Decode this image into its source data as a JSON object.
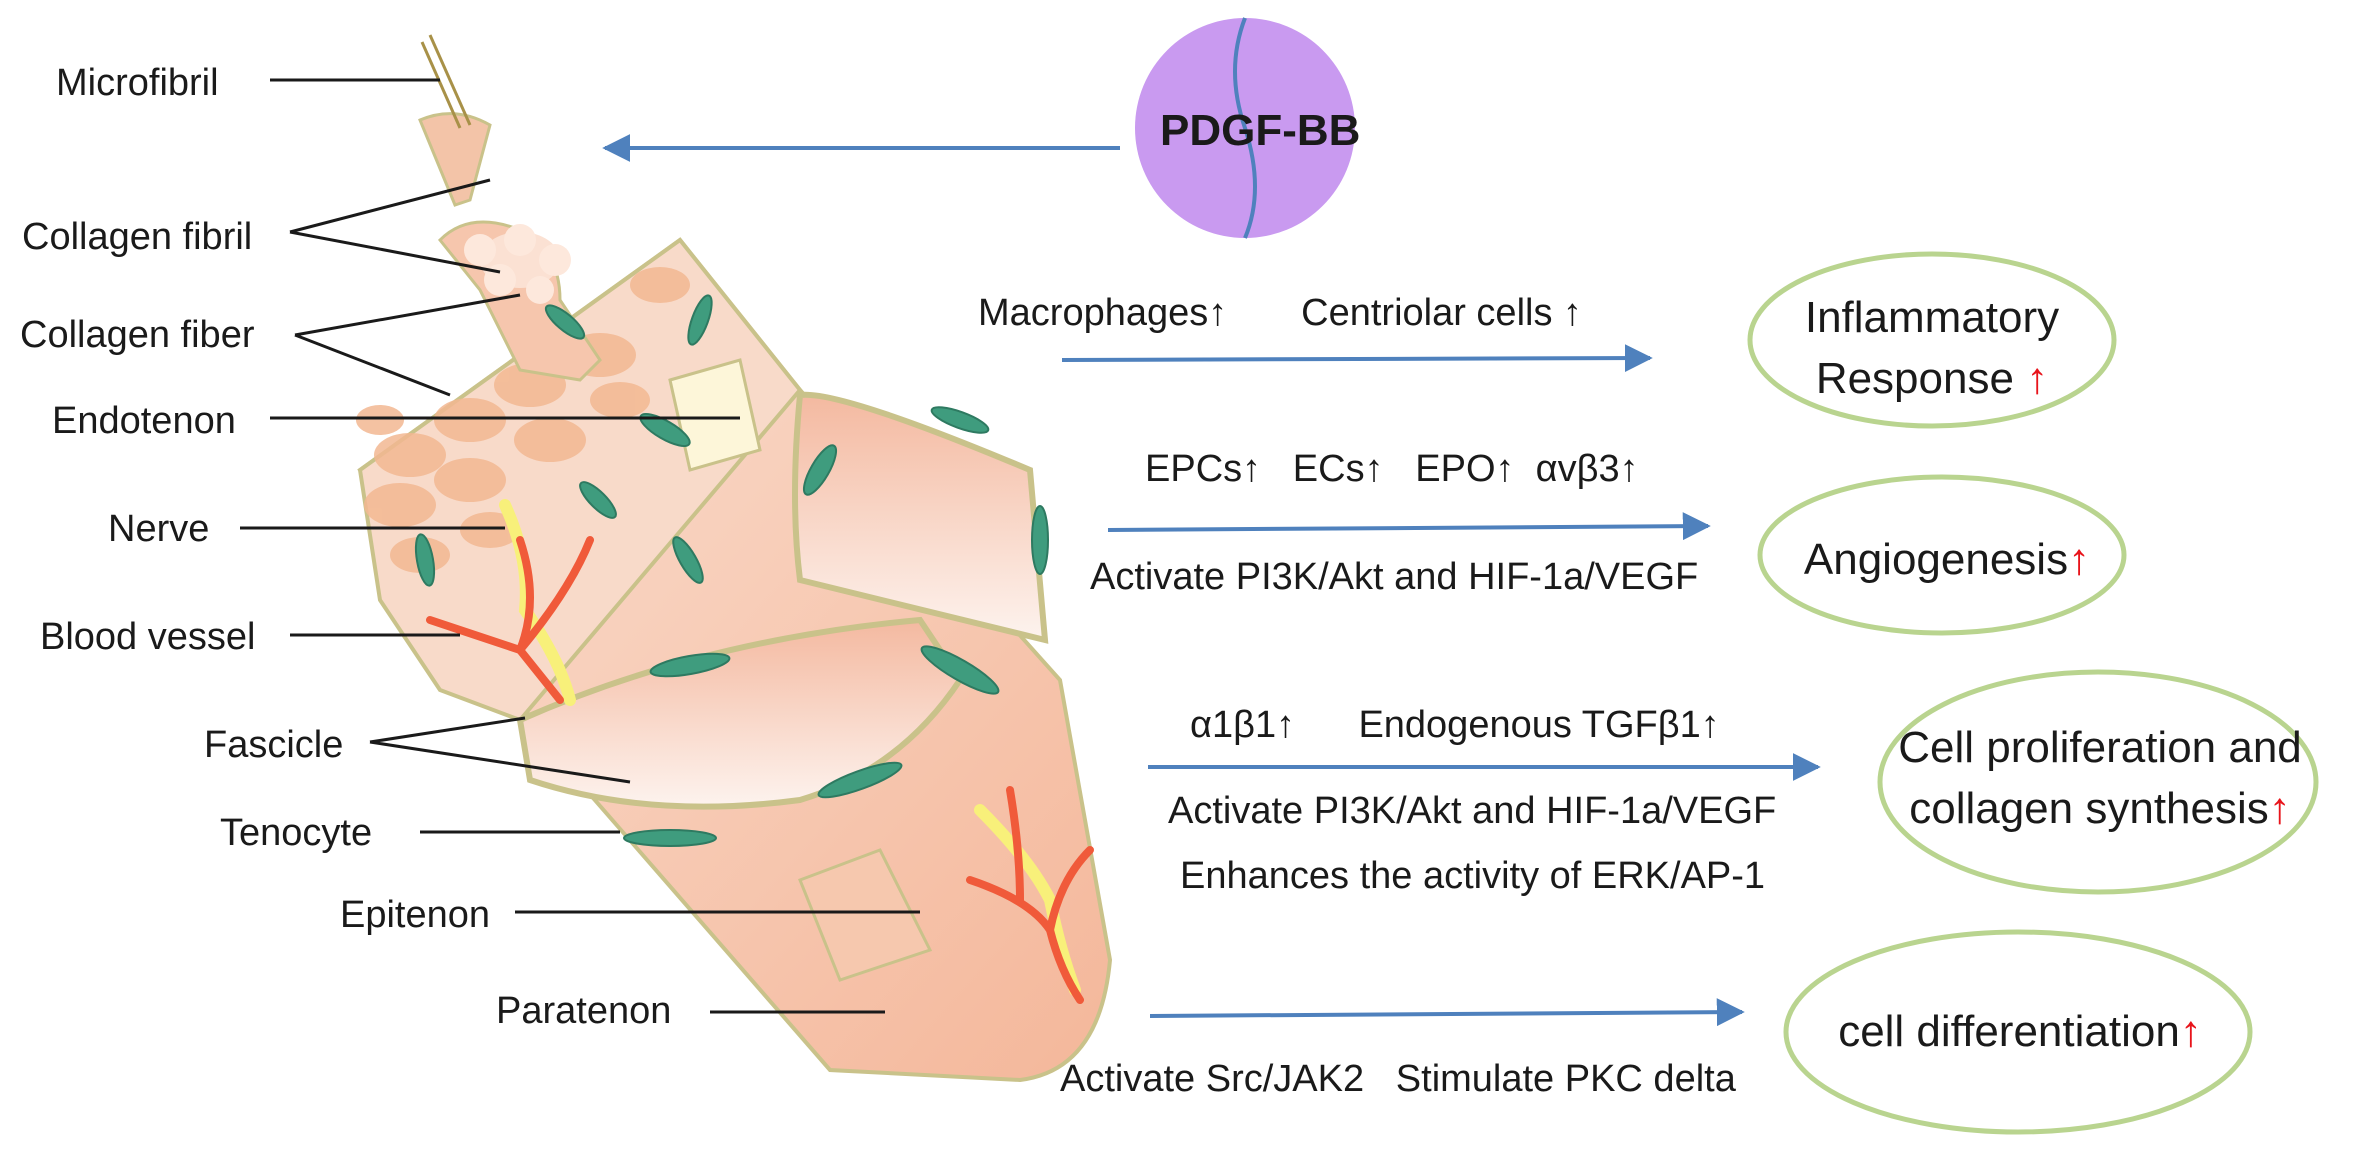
{
  "growth_factor": {
    "name": "PDGF-BB",
    "color": "#c99af0"
  },
  "structure_labels": [
    "Microfibril",
    "Collagen fibril",
    "Collagen fiber",
    "Endotenon",
    "Nerve",
    "Blood vessel",
    "Fascicle",
    "Tenocyte",
    "Epitenon",
    "Paratenon"
  ],
  "pathways": [
    {
      "factors": "Macrophages↑       Centriolar cells ↑",
      "mechanisms": [],
      "outcome_lines": [
        "Inflammatory",
        "Response"
      ]
    },
    {
      "factors": "EPCs↑   ECs↑   EPO↑  αvβ3↑",
      "mechanisms": [
        "Activate PI3K/Akt and HIF-1a/VEGF"
      ],
      "outcome_lines": [
        "Angiogenesis"
      ]
    },
    {
      "factors": "α1β1↑      Endogenous TGFβ1↑",
      "mechanisms": [
        "Activate PI3K/Akt and HIF-1a/VEGF",
        "Enhances the activity of ERK/AP-1"
      ],
      "outcome_lines": [
        "Cell proliferation and",
        "collagen synthesis"
      ]
    },
    {
      "factors": "",
      "mechanisms": [
        "Activate Src/JAK2   Stimulate PKC delta"
      ],
      "outcome_lines": [
        "cell differentiation"
      ]
    }
  ],
  "up_arrow_symbol": "↑",
  "colors": {
    "arrow": "#4f81bd",
    "ellipse_border": "#b9d48f",
    "up_arrow": "#e8141b",
    "tissue": "#f7d6c4",
    "tissue_edge": "#c9c28a",
    "tenocyte": "#3f9c7e",
    "vessel": "#f05a3a",
    "nerve": "#f8f07a"
  }
}
